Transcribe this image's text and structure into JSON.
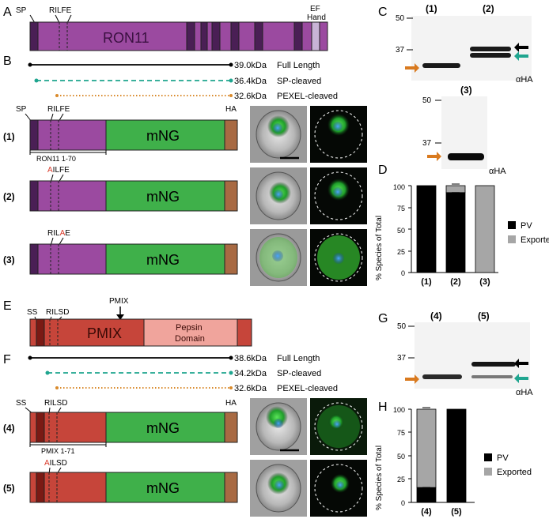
{
  "panels": {
    "A": "A",
    "B": "B",
    "C": "C",
    "D": "D",
    "E": "E",
    "F": "F",
    "G": "G",
    "H": "H"
  },
  "colors": {
    "ron_purple": "#9b4aa0",
    "ron_dark": "#4a1f55",
    "ef_hand": "#c8b4d6",
    "pmix_red": "#c6453a",
    "pmix_dark": "#7a1a14",
    "pepsin": "#f0a49c",
    "mng_green": "#3fb04a",
    "ha_brown": "#a86a43",
    "full_length": "#000000",
    "sp_cleaved": "#1fa58f",
    "pexel_cleaved": "#d98a2b",
    "pv_bar": "#000000",
    "exported_bar": "#a6a6a6"
  },
  "A": {
    "sp": "SP",
    "rilfe": "RILFE",
    "ef_hand_line1": "EF",
    "ef_hand_line2": "Hand",
    "protein": "RON11"
  },
  "B": {
    "lines": [
      {
        "value": "39.0kDa",
        "label": "Full Length"
      },
      {
        "value": "36.4kDa",
        "label": "SP-cleaved"
      },
      {
        "value": "32.6kDa",
        "label": "PEXEL-cleaved"
      }
    ],
    "c1": {
      "num": "(1)",
      "sp": "SP",
      "motif": "RILFE",
      "ha": "HA",
      "tag": "mNG",
      "bracket": "RON11 1-70"
    },
    "c2": {
      "num": "(2)",
      "motif_red": "A",
      "motif_rest": "ILFE",
      "tag": "mNG"
    },
    "c3": {
      "num": "(3)",
      "motif_a": "RIL",
      "motif_red": "A",
      "motif_b": "E",
      "tag": "mNG"
    }
  },
  "C": {
    "lanes": [
      "(1)",
      "(2)"
    ],
    "lane3": "(3)",
    "marker_50": "50",
    "marker_37": "37",
    "antibody": "αHA"
  },
  "D": {
    "ylabel": "% Species of Total",
    "yticks": [
      "0",
      "25",
      "50",
      "75",
      "100"
    ],
    "legend": [
      {
        "label": "PV"
      },
      {
        "label": "Exported"
      }
    ],
    "categories": [
      "(1)",
      "(2)",
      "(3)"
    ]
  },
  "E": {
    "ss": "SS",
    "motif": "RILSD",
    "pmix_label": "PMIX",
    "protein": "PMIX",
    "pepsin_line1": "Pepsin",
    "pepsin_line2": "Domain"
  },
  "F": {
    "lines": [
      {
        "value": "38.6kDa",
        "label": "Full Length"
      },
      {
        "value": "34.2kDa",
        "label": "SP-cleaved"
      },
      {
        "value": "32.6kDa",
        "label": "PEXEL-cleaved"
      }
    ],
    "c4": {
      "num": "(4)",
      "ss": "SS",
      "motif": "RILSD",
      "ha": "HA",
      "tag": "mNG",
      "bracket": "PMIX 1-71"
    },
    "c5": {
      "num": "(5)",
      "motif_red": "A",
      "motif_rest": "ILSD",
      "tag": "mNG"
    }
  },
  "G": {
    "lanes": [
      "(4)",
      "(5)"
    ],
    "marker_50": "50",
    "marker_37": "37",
    "antibody": "αHA"
  },
  "H": {
    "ylabel": "% Species of Total",
    "yticks": [
      "0",
      "25",
      "50",
      "75",
      "100"
    ],
    "legend": [
      {
        "label": "PV"
      },
      {
        "label": "Exported"
      }
    ],
    "categories": [
      "(4)",
      "(5)"
    ]
  },
  "chart_data": [
    {
      "type": "bar",
      "stacked": true,
      "categories": [
        "(1)",
        "(2)",
        "(3)"
      ],
      "series": [
        {
          "name": "PV",
          "values": [
            100,
            92,
            0
          ]
        },
        {
          "name": "Exported",
          "values": [
            0,
            8,
            100
          ]
        }
      ],
      "ylabel": "% Species of Total",
      "ylim": [
        0,
        100
      ],
      "legend": "right"
    },
    {
      "type": "bar",
      "stacked": true,
      "categories": [
        "(4)",
        "(5)"
      ],
      "series": [
        {
          "name": "PV",
          "values": [
            16,
            100
          ]
        },
        {
          "name": "Exported",
          "values": [
            84,
            0
          ]
        }
      ],
      "ylabel": "% Species of Total",
      "ylim": [
        0,
        100
      ],
      "legend": "right"
    }
  ]
}
